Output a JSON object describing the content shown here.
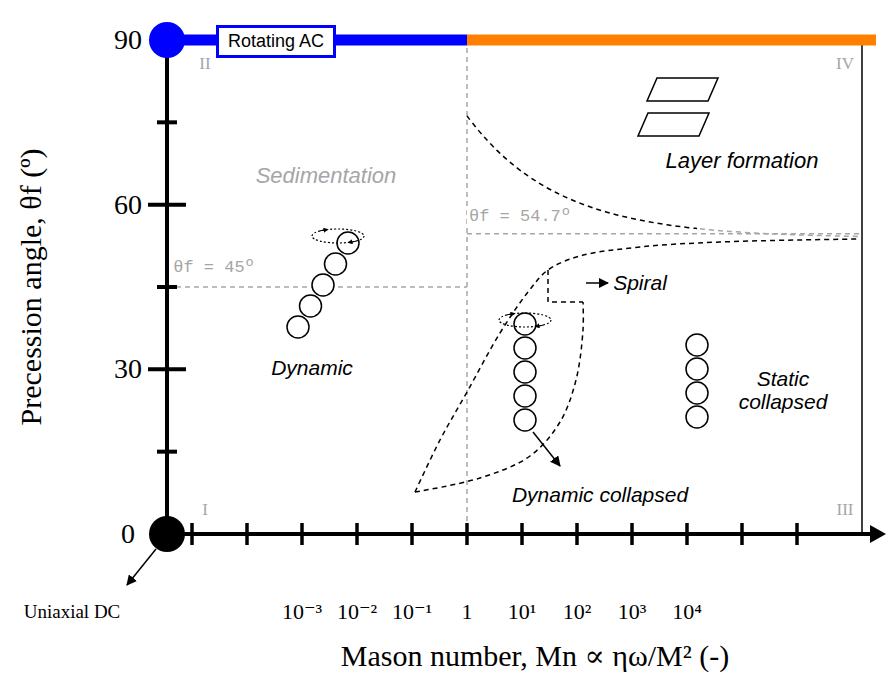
{
  "diagram": {
    "nodes": [
      {
        "text": [
          "Rotating AC"
        ]
      }
    ],
    "labels": [
      "Precession angle, θf (º)",
      "90",
      "60",
      "30",
      "0",
      "Mason number, Mn ∝ ηω/M² (-)",
      "Uniaxial DC",
      "10⁻³",
      "10⁻²",
      "10⁻¹",
      "1",
      "10¹",
      "10²",
      "10³",
      "10⁴",
      "II",
      "IV",
      "I",
      "III",
      "Sedimentation",
      "θf = 45º",
      "θf = 54.7º",
      "Dynamic",
      "Layer formation",
      "Spiral",
      "Static collapsed",
      "Dynamic collapsed"
    ]
  }
}
